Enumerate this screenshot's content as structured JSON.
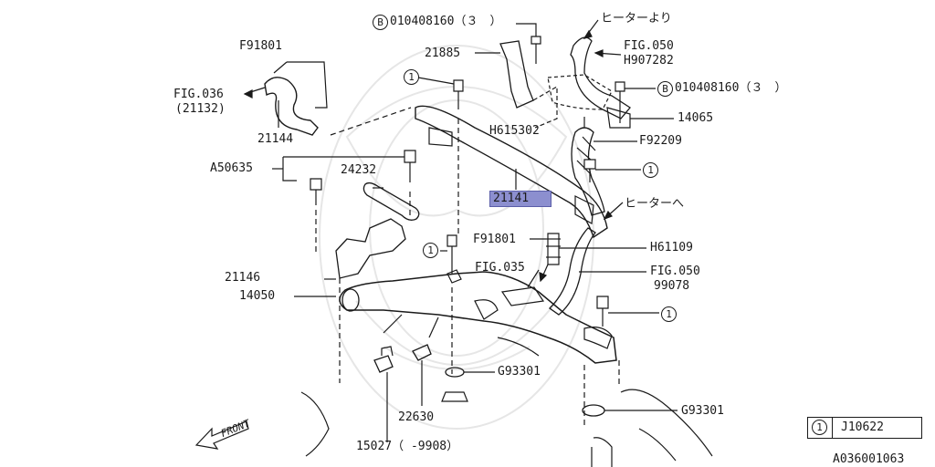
{
  "labels": {
    "b_bolt_top": "010408160（３　）",
    "heater_from": "ヒーターより",
    "fig050_top": "FIG.050",
    "h907282": "H907282",
    "b_bolt_right": "010408160（３　）",
    "p14065": "14065",
    "f91801_top": "F91801",
    "fig036": "FIG.036",
    "p21132": "(21132)",
    "p21144": "21144",
    "p21885": "21885",
    "h615302": "H615302",
    "f92209": "F92209",
    "a50635": "A50635",
    "p24232": "24232",
    "p21141": "21141",
    "heater_to": "ヒーターへ",
    "f91801_mid": "F91801",
    "h61109": "H61109",
    "fig035": "FIG.035",
    "fig050_mid": "FIG.050",
    "p99078": "99078",
    "p21146": "21146",
    "p14050": "14050",
    "g93301_a": "G93301",
    "g93301_b": "G93301",
    "p22630": "22630",
    "p15027": "15027（ -9908）",
    "front": "FRONT",
    "ref_code": "A036001063"
  },
  "markers": {
    "b": "B",
    "one": "1"
  },
  "legend": {
    "marker": "1",
    "code": "J10622"
  },
  "highlight_color": "#8c8fcf"
}
